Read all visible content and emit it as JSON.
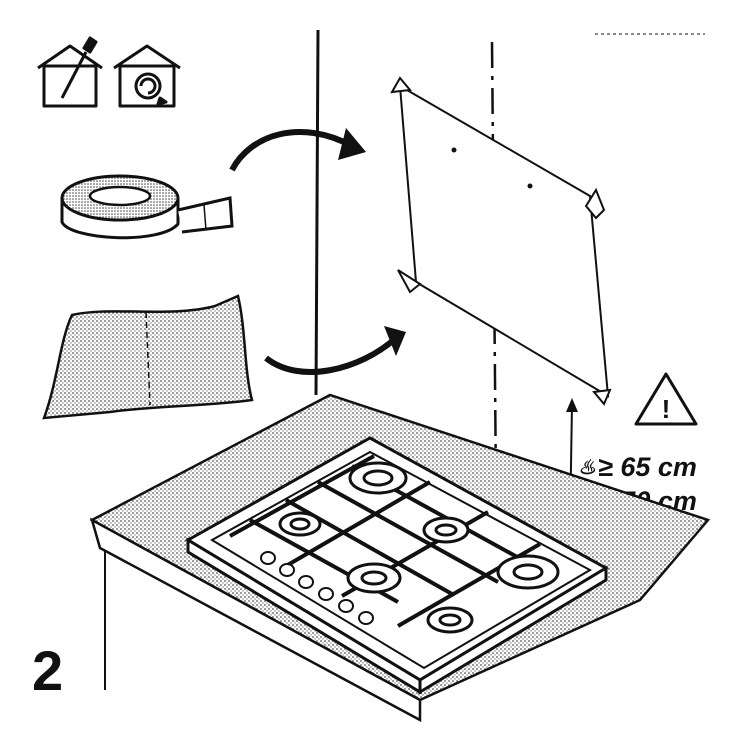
{
  "step_number": "2",
  "clearance": {
    "gas_symbol": "♨",
    "gas_text": "≥ 65 cm",
    "electric_symbol": "ϟ",
    "electric_text": "≥ 50 cm"
  },
  "warning": {
    "symbol": "!"
  },
  "icons": {
    "left": "house-drill-icon",
    "right": "house-recirculation-icon"
  },
  "colors": {
    "ink": "#111111",
    "shade": "#bdbdbd",
    "paper": "#ffffff"
  }
}
